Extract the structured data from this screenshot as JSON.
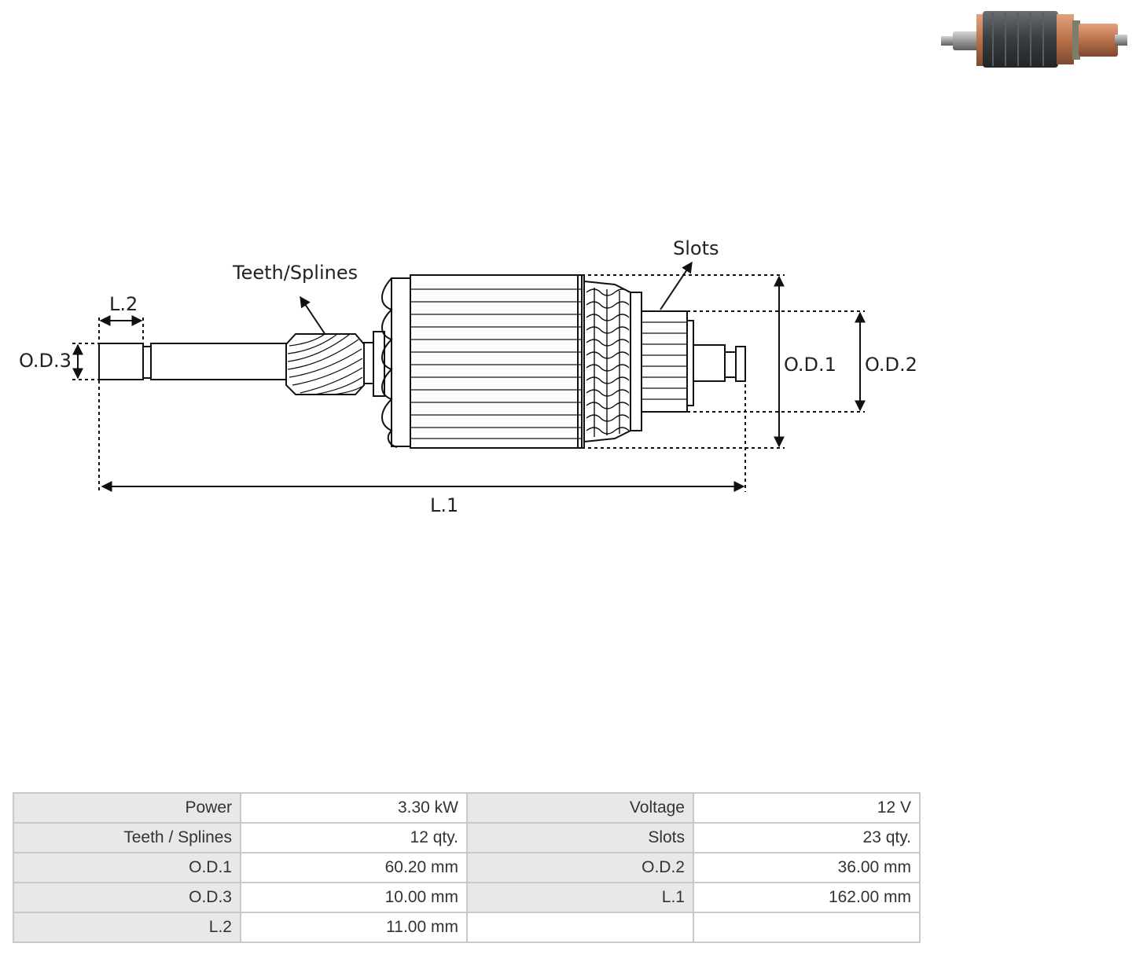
{
  "diagram": {
    "labels": {
      "teeth_splines": "Teeth/Splines",
      "slots": "Slots",
      "l2": "L.2",
      "od3": "O.D.3",
      "od1": "O.D.1",
      "od2": "O.D.2",
      "l1": "L.1"
    },
    "thumbnail": {
      "body_color": "#3c4043",
      "copper_color": "#b9714a",
      "shaft_color": "#9a9a9a"
    }
  },
  "specs": {
    "rows": [
      [
        {
          "label": "Power",
          "value": "3.30 kW"
        },
        {
          "label": "Voltage",
          "value": "12 V"
        }
      ],
      [
        {
          "label": "Teeth / Splines",
          "value": "12 qty."
        },
        {
          "label": "Slots",
          "value": "23 qty."
        }
      ],
      [
        {
          "label": "O.D.1",
          "value": "60.20 mm"
        },
        {
          "label": "O.D.2",
          "value": "36.00 mm"
        }
      ],
      [
        {
          "label": "O.D.3",
          "value": "10.00 mm"
        },
        {
          "label": "L.1",
          "value": "162.00 mm"
        }
      ],
      [
        {
          "label": "L.2",
          "value": "11.00 mm"
        },
        {
          "label": "",
          "value": ""
        }
      ]
    ]
  }
}
